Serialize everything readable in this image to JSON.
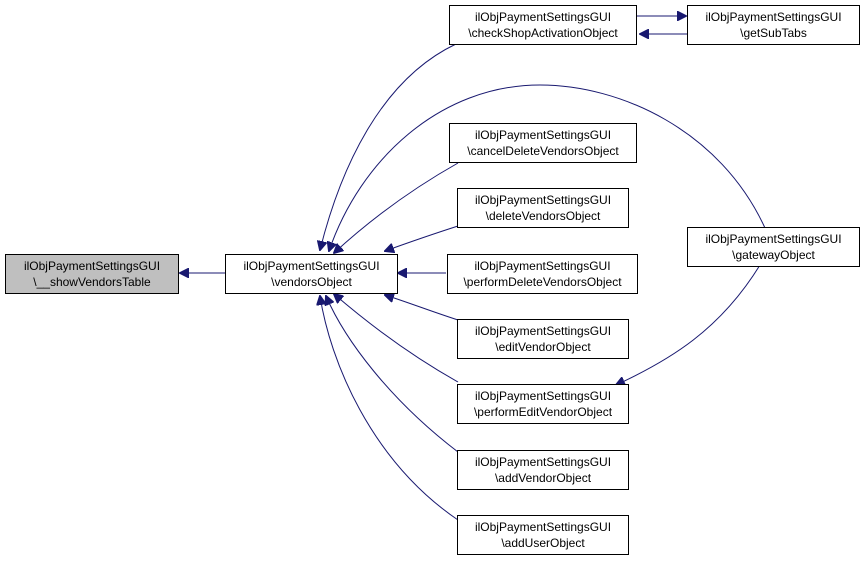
{
  "diagram": {
    "colors": {
      "edge": "#191970",
      "node_border": "#000000",
      "current_fill": "#bfbfbf",
      "node_fill": "#ffffff"
    },
    "nodes": {
      "showVendorsTable": {
        "line1": "ilObjPaymentSettingsGUI",
        "line2": "\\__showVendorsTable"
      },
      "vendorsObject": {
        "line1": "ilObjPaymentSettingsGUI",
        "line2": "\\vendorsObject"
      },
      "checkShopActivationObject": {
        "line1": "ilObjPaymentSettingsGUI",
        "line2": "\\checkShopActivationObject"
      },
      "getSubTabs": {
        "line1": "ilObjPaymentSettingsGUI",
        "line2": "\\getSubTabs"
      },
      "cancelDeleteVendorsObject": {
        "line1": "ilObjPaymentSettingsGUI",
        "line2": "\\cancelDeleteVendorsObject"
      },
      "deleteVendorsObject": {
        "line1": "ilObjPaymentSettingsGUI",
        "line2": "\\deleteVendorsObject"
      },
      "performDeleteVendorsObject": {
        "line1": "ilObjPaymentSettingsGUI",
        "line2": "\\performDeleteVendorsObject"
      },
      "editVendorObject": {
        "line1": "ilObjPaymentSettingsGUI",
        "line2": "\\editVendorObject"
      },
      "performEditVendorObject": {
        "line1": "ilObjPaymentSettingsGUI",
        "line2": "\\performEditVendorObject"
      },
      "addVendorObject": {
        "line1": "ilObjPaymentSettingsGUI",
        "line2": "\\addVendorObject"
      },
      "addUserObject": {
        "line1": "ilObjPaymentSettingsGUI",
        "line2": "\\addUserObject"
      },
      "gatewayObject": {
        "line1": "ilObjPaymentSettingsGUI",
        "line2": "\\gatewayObject"
      }
    }
  }
}
